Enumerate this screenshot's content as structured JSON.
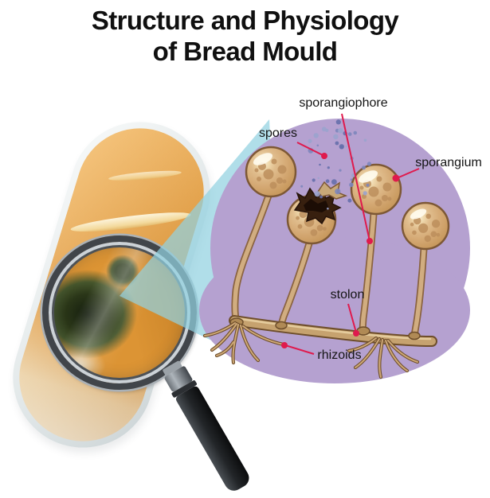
{
  "title": {
    "line1": "Structure and Physiology",
    "line2": "of Bread Mould"
  },
  "labels": {
    "sporangiophore": "sporangiophore",
    "spores": "spores",
    "sporangium": "sporangium",
    "stolon": "stolon",
    "rhizoids": "rhizoids"
  },
  "colors": {
    "callout": "#df1a4d",
    "circle_bg": "#b5a1d0",
    "beam": "rgba(146,209,224,0.72)",
    "bread_crust": "#e49a3d",
    "bread_heel": "#f2e8d6",
    "mould_dark": "#1c2614",
    "sporangium_base": "#d9b183",
    "sporangium_spot": "#bc8e5c",
    "stalk_fill": "#d1ad80",
    "stalk_outline": "#8a6340",
    "stolon_fill": "#c6a26f",
    "stolon_outline": "#6e4e2b",
    "spore_dots": [
      "#7d86bb",
      "#9aa3cd",
      "#666fab"
    ],
    "label_text": "#141414",
    "title_text": "#101010",
    "magnifier_rim": "#41454a",
    "magnifier_handle": "#1b1d1f"
  }
}
